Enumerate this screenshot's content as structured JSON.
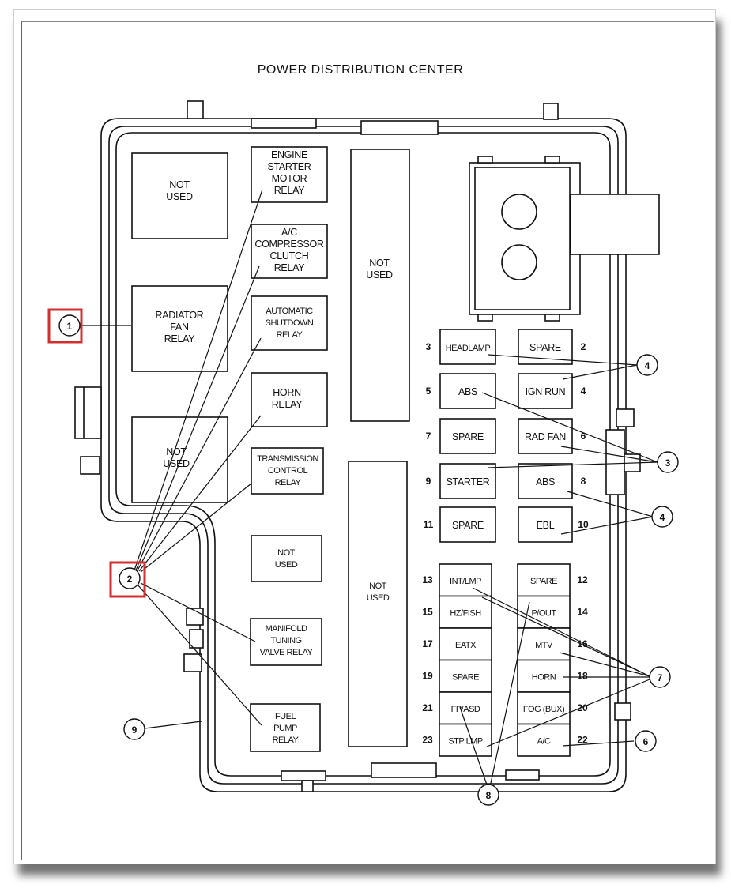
{
  "title": "POWER DISTRIBUTION CENTER",
  "colors": {
    "highlight": "#d32f2f",
    "line": "#111111",
    "background": "#ffffff"
  },
  "relays": {
    "not_used_top_left": [
      "NOT",
      "USED"
    ],
    "radiator_fan": [
      "RADIATOR",
      "FAN",
      "RELAY"
    ],
    "not_used_mid_left": [
      "NOT",
      "USED"
    ],
    "engine_starter": [
      "ENGINE",
      "STARTER",
      "MOTOR",
      "RELAY"
    ],
    "ac_compressor": [
      "A/C",
      "COMPRESSOR",
      "CLUTCH",
      "RELAY"
    ],
    "auto_shutdown": [
      "AUTOMATIC",
      "SHUTDOWN",
      "RELAY"
    ],
    "horn": [
      "HORN",
      "RELAY"
    ],
    "transmission": [
      "TRANSMISSION",
      "CONTROL",
      "RELAY"
    ],
    "not_used_small": [
      "NOT",
      "USED"
    ],
    "manifold": [
      "MANIFOLD",
      "TUNING",
      "VALVE RELAY"
    ],
    "fuel_pump": [
      "FUEL",
      "PUMP",
      "RELAY"
    ],
    "not_used_tall_top": [
      "NOT",
      "USED"
    ],
    "not_used_tall_bottom": [
      "NOT",
      "USED"
    ]
  },
  "fuses_upper": [
    {
      "left_num": "3",
      "left_label": "HEADLAMP",
      "right_label": "SPARE",
      "right_num": "2"
    },
    {
      "left_num": "5",
      "left_label": "ABS",
      "right_label": "IGN RUN",
      "right_num": "4"
    },
    {
      "left_num": "7",
      "left_label": "SPARE",
      "right_label": "RAD FAN",
      "right_num": "6"
    },
    {
      "left_num": "9",
      "left_label": "STARTER",
      "right_label": "ABS",
      "right_num": "8"
    },
    {
      "left_num": "11",
      "left_label": "SPARE",
      "right_label": "EBL",
      "right_num": "10"
    }
  ],
  "fuses_lower": [
    {
      "left_num": "13",
      "left_label": "INT/LMP",
      "right_label": "SPARE",
      "right_num": "12"
    },
    {
      "left_num": "15",
      "left_label": "HZ/FISH",
      "right_label": "P/OUT",
      "right_num": "14"
    },
    {
      "left_num": "17",
      "left_label": "EATX",
      "right_label": "MTV",
      "right_num": "16"
    },
    {
      "left_num": "19",
      "left_label": "SPARE",
      "right_label": "HORN",
      "right_num": "18"
    },
    {
      "left_num": "21",
      "left_label": "FP/ASD",
      "right_label": "FOG (BUX)",
      "right_num": "20"
    },
    {
      "left_num": "23",
      "left_label": "STP LMP",
      "right_label": "A/C",
      "right_num": "22"
    }
  ],
  "callouts": {
    "c1": "1",
    "c2": "2",
    "c3": "3",
    "c4a": "4",
    "c4b": "4",
    "c6": "6",
    "c7": "7",
    "c8": "8",
    "c9": "9"
  }
}
